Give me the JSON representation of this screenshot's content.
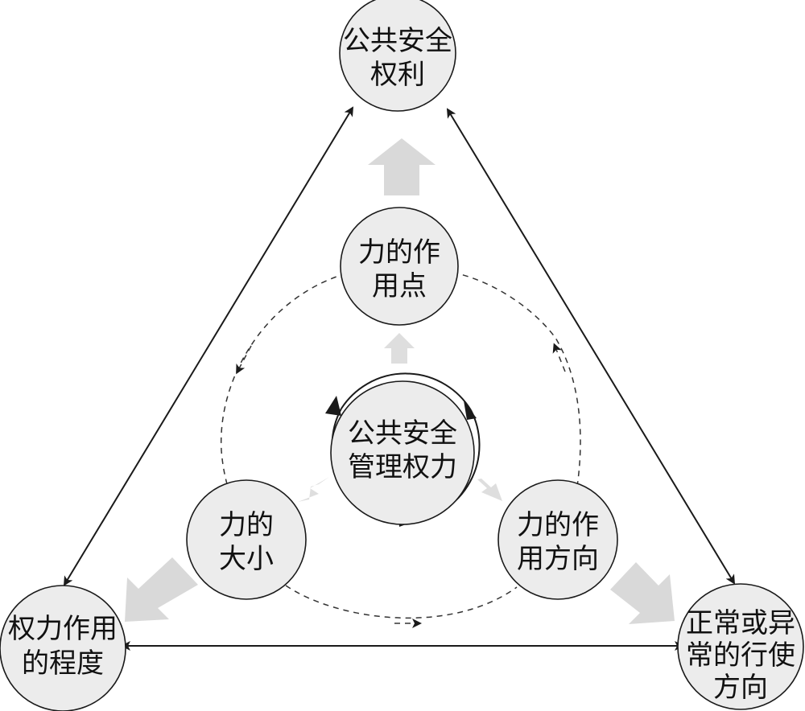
{
  "nodes": {
    "center": {
      "lines": [
        "公共安全",
        "管理权力"
      ]
    },
    "point_of_action": {
      "lines": [
        "力的作",
        "用点"
      ]
    },
    "magnitude": {
      "lines": [
        "力的",
        "大小"
      ]
    },
    "direction": {
      "lines": [
        "力的作",
        "用方向"
      ]
    },
    "public_safety_rights": {
      "lines": [
        "公共安全",
        "权利"
      ]
    },
    "degree_of_power": {
      "lines": [
        "权力作用",
        "的程度"
      ]
    },
    "exercise_direction": {
      "lines": [
        "正常或异",
        "常的行使",
        "方向"
      ]
    }
  }
}
